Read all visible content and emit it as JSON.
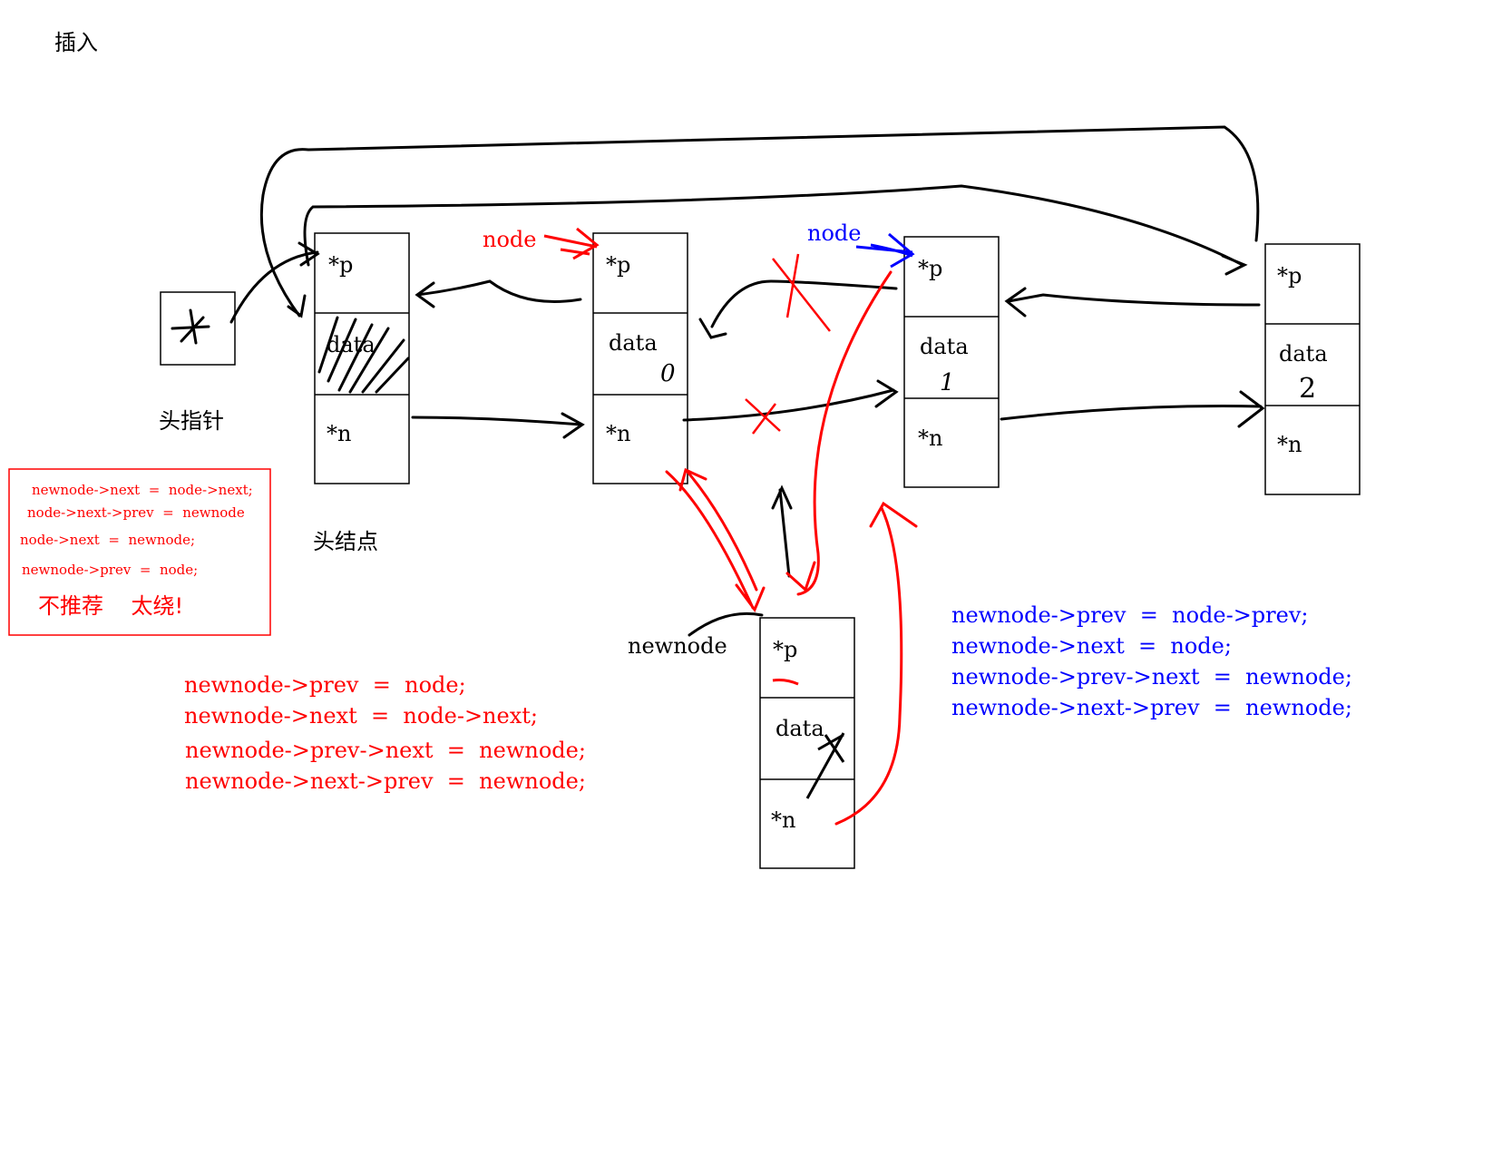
{
  "title": "插入",
  "head_pointer": {
    "mark": "X",
    "label": "头指针"
  },
  "head_node_label": "头结点",
  "nodes": [
    {
      "p": "*p",
      "data": "data",
      "n": "*n",
      "value": ""
    },
    {
      "p": "*p",
      "data": "data",
      "n": "*n",
      "value": "0"
    },
    {
      "p": "*p",
      "data": "data",
      "n": "*n",
      "value": "1"
    },
    {
      "p": "*p",
      "data": "data",
      "n": "*n",
      "value": "2"
    }
  ],
  "newnode": {
    "label": "newnode",
    "p": "*p",
    "data": "data",
    "n": "*n"
  },
  "node_label_red": "node",
  "node_label_blue": "node",
  "box_code": [
    "newnode->next  =  node->next;",
    "node->next->prev  =  newnode",
    "node->next  =  newnode;",
    "newnode->prev  =  node;"
  ],
  "box_note": "不推荐    太绕!",
  "red_code": [
    "newnode->prev  =  node;",
    "newnode->next  =  node->next;",
    "newnode->prev->next  =  newnode;",
    "newnode->next->prev  =  newnode;"
  ],
  "blue_code": [
    "newnode->prev  =  node->prev;",
    "newnode->next  =  node;",
    "newnode->prev->next  =  newnode;",
    "newnode->next->prev  =  newnode;"
  ],
  "colors": {
    "red": "#ff0000",
    "blue": "#0000ff",
    "ink": "#000000"
  }
}
